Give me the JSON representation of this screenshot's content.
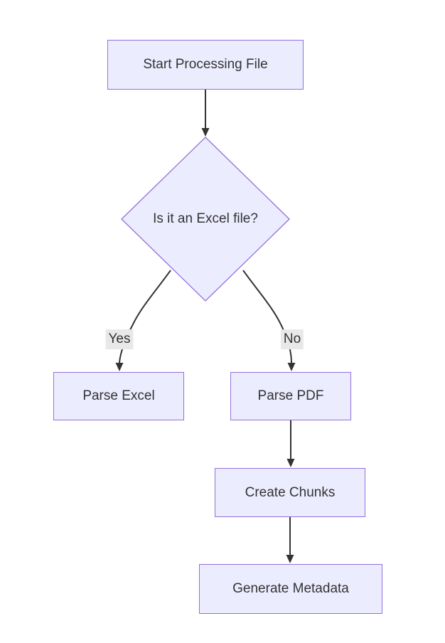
{
  "diagram": {
    "type": "flowchart",
    "direction": "top-down",
    "nodes": [
      {
        "id": "start",
        "shape": "rect",
        "label": "Start Processing File"
      },
      {
        "id": "decision",
        "shape": "diamond",
        "label": "Is it an Excel file?"
      },
      {
        "id": "parse_excel",
        "shape": "rect",
        "label": "Parse Excel"
      },
      {
        "id": "parse_pdf",
        "shape": "rect",
        "label": "Parse PDF"
      },
      {
        "id": "create_chunks",
        "shape": "rect",
        "label": "Create Chunks"
      },
      {
        "id": "generate_metadata",
        "shape": "rect",
        "label": "Generate Metadata"
      }
    ],
    "edges": [
      {
        "from": "start",
        "to": "decision",
        "label": ""
      },
      {
        "from": "decision",
        "to": "parse_excel",
        "label": "Yes"
      },
      {
        "from": "decision",
        "to": "parse_pdf",
        "label": "No"
      },
      {
        "from": "parse_pdf",
        "to": "create_chunks",
        "label": ""
      },
      {
        "from": "create_chunks",
        "to": "generate_metadata",
        "label": ""
      }
    ]
  },
  "colors": {
    "node_fill": "#ECECFF",
    "node_border": "#9370DB",
    "edge_stroke": "#333333",
    "edge_label_bg": "#e8e8e8",
    "text": "#333333",
    "background": "#ffffff"
  }
}
